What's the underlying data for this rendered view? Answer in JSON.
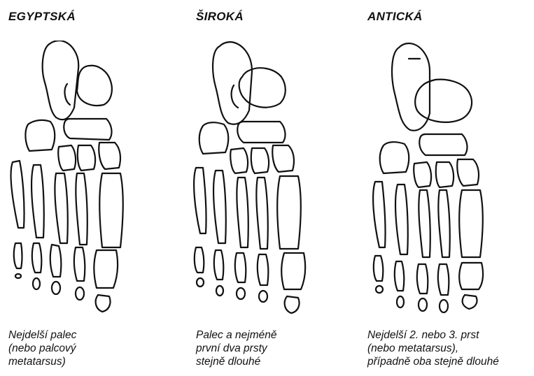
{
  "panels": [
    {
      "title": "EGYPTSKÁ",
      "caption": "Nejdelší palec\n(nebo palcový\nmetatarsus)",
      "foot_icon": "foot-skeleton-egyptian"
    },
    {
      "title": "ŠIROKÁ",
      "caption": "Palec a nejméně\nprvní dva prsty\nstejně dlouhé",
      "foot_icon": "foot-skeleton-square"
    },
    {
      "title": "ANTICKÁ",
      "caption": "Nejdelší 2. nebo 3. prst\n(nebo metatarsus),\npřípadně oba stejně dlouhé",
      "foot_icon": "foot-skeleton-greek"
    }
  ]
}
